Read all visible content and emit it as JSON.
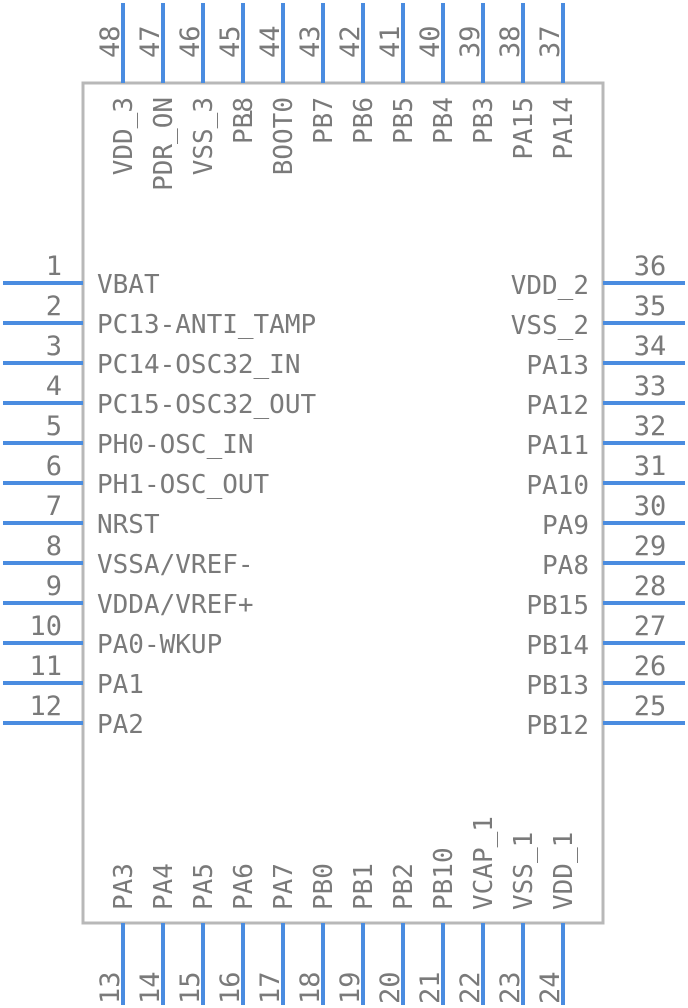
{
  "component": {
    "colors": {
      "pin": "#4a8ce0",
      "outline": "#b8b8b8",
      "text": "#7a7a7a"
    },
    "left_pins": [
      {
        "num": "1",
        "label": "VBAT"
      },
      {
        "num": "2",
        "label": "PC13-ANTI_TAMP"
      },
      {
        "num": "3",
        "label": "PC14-OSC32_IN"
      },
      {
        "num": "4",
        "label": "PC15-OSC32_OUT"
      },
      {
        "num": "5",
        "label": "PH0-OSC_IN"
      },
      {
        "num": "6",
        "label": "PH1-OSC_OUT"
      },
      {
        "num": "7",
        "label": "NRST"
      },
      {
        "num": "8",
        "label": "VSSA/VREF-"
      },
      {
        "num": "9",
        "label": "VDDA/VREF+"
      },
      {
        "num": "10",
        "label": "PA0-WKUP"
      },
      {
        "num": "11",
        "label": "PA1"
      },
      {
        "num": "12",
        "label": "PA2"
      }
    ],
    "bottom_pins": [
      {
        "num": "13",
        "label": "PA3"
      },
      {
        "num": "14",
        "label": "PA4"
      },
      {
        "num": "15",
        "label": "PA5"
      },
      {
        "num": "16",
        "label": "PA6"
      },
      {
        "num": "17",
        "label": "PA7"
      },
      {
        "num": "18",
        "label": "PB0"
      },
      {
        "num": "19",
        "label": "PB1"
      },
      {
        "num": "20",
        "label": "PB2"
      },
      {
        "num": "21",
        "label": "PB10"
      },
      {
        "num": "22",
        "label": "VCAP_1"
      },
      {
        "num": "23",
        "label": "VSS_1"
      },
      {
        "num": "24",
        "label": "VDD_1"
      }
    ],
    "right_pins": [
      {
        "num": "25",
        "label": "PB12"
      },
      {
        "num": "26",
        "label": "PB13"
      },
      {
        "num": "27",
        "label": "PB14"
      },
      {
        "num": "28",
        "label": "PB15"
      },
      {
        "num": "29",
        "label": "PA8"
      },
      {
        "num": "30",
        "label": "PA9"
      },
      {
        "num": "31",
        "label": "PA10"
      },
      {
        "num": "32",
        "label": "PA11"
      },
      {
        "num": "33",
        "label": "PA12"
      },
      {
        "num": "34",
        "label": "PA13"
      },
      {
        "num": "35",
        "label": "VSS_2"
      },
      {
        "num": "36",
        "label": "VDD_2"
      }
    ],
    "top_pins": [
      {
        "num": "37",
        "label": "PA14"
      },
      {
        "num": "38",
        "label": "PA15"
      },
      {
        "num": "39",
        "label": "PB3"
      },
      {
        "num": "40",
        "label": "PB4"
      },
      {
        "num": "41",
        "label": "PB5"
      },
      {
        "num": "42",
        "label": "PB6"
      },
      {
        "num": "43",
        "label": "PB7"
      },
      {
        "num": "44",
        "label": "BOOT0"
      },
      {
        "num": "45",
        "label": "PB8"
      },
      {
        "num": "46",
        "label": "VSS_3"
      },
      {
        "num": "47",
        "label": "PDR_ON"
      },
      {
        "num": "48",
        "label": "VDD_3"
      }
    ]
  }
}
